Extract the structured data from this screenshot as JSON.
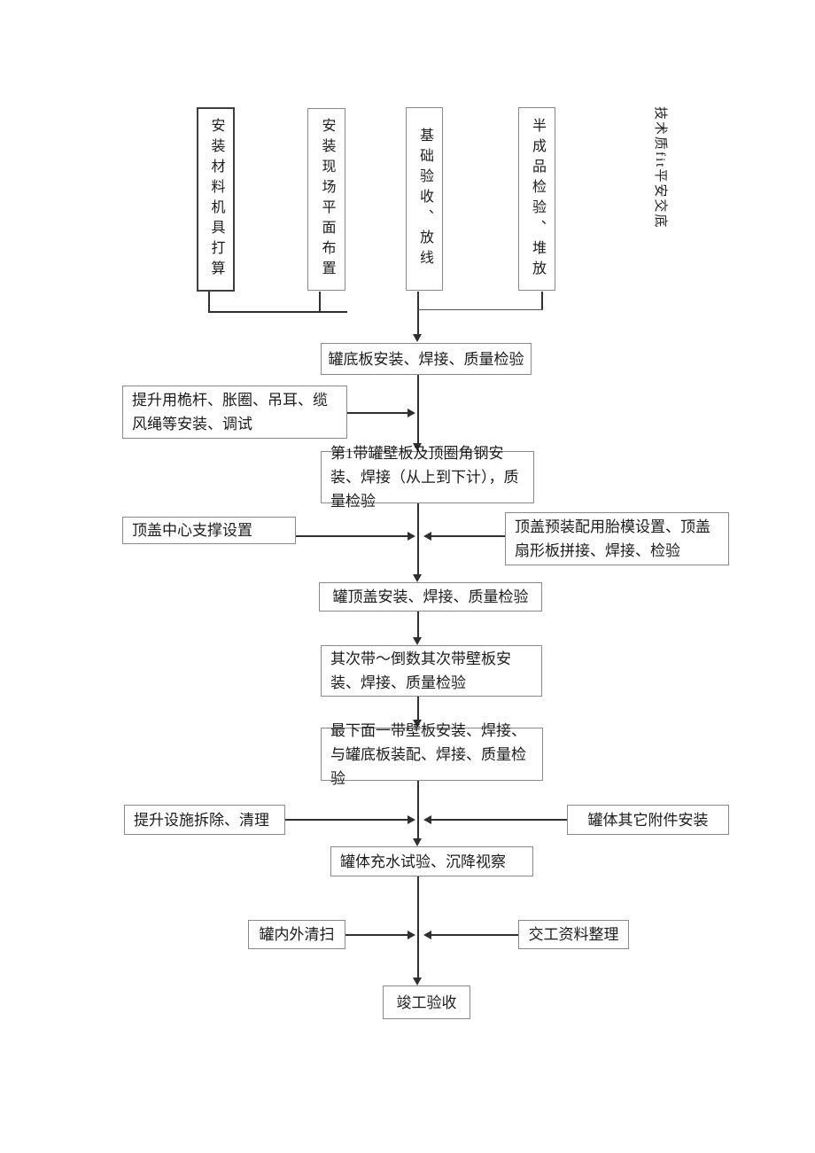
{
  "colors": {
    "background": "#ffffff",
    "line": "#2f2f2f",
    "box_border": "#8a8a8a",
    "box_border_dark": "#3f3f3f",
    "text": "#1c1c1c"
  },
  "side_note": "技术质fit平安交底",
  "top_row": {
    "install_materials": "安装材料机具打算",
    "site_layout": "安装现场平面布置",
    "foundation_acceptance": "基础验收、放线",
    "semi_product_inspection": "半成品检验、堆放"
  },
  "main_flow": {
    "bottom_plate": "罐底板安装、焊接、质量检验",
    "first_shell_course": "第1带罐壁板及顶圈角钢安装、焊接（从上到下计），质量检验",
    "top_cover_install": "罐顶盖安装、焊接、质量检验",
    "middle_shell_courses": "其次带～倒数其次带壁板安装、焊接、质量检验",
    "lowest_shell_course": "最下面一带壁板安装、焊接、与罐底板装配、焊接、质量检验",
    "water_fill_test": "罐体充水试验、沉降视察",
    "completion_acceptance": "竣工验收"
  },
  "left_column": {
    "lifting_rig_install": "提升用桅杆、胀圈、吊耳、缆风绳等安装、调试",
    "center_support": "顶盖中心支撑设置",
    "lifting_removal": "提升设施拆除、清理",
    "tank_cleaning": "罐内外清扫"
  },
  "right_column": {
    "roof_preassembly": "顶盖预装配用胎模设置、顶盖扇形板拼接、焊接、检验",
    "other_accessories": "罐体其它附件安装",
    "handover_docs": "交工资料整理"
  }
}
